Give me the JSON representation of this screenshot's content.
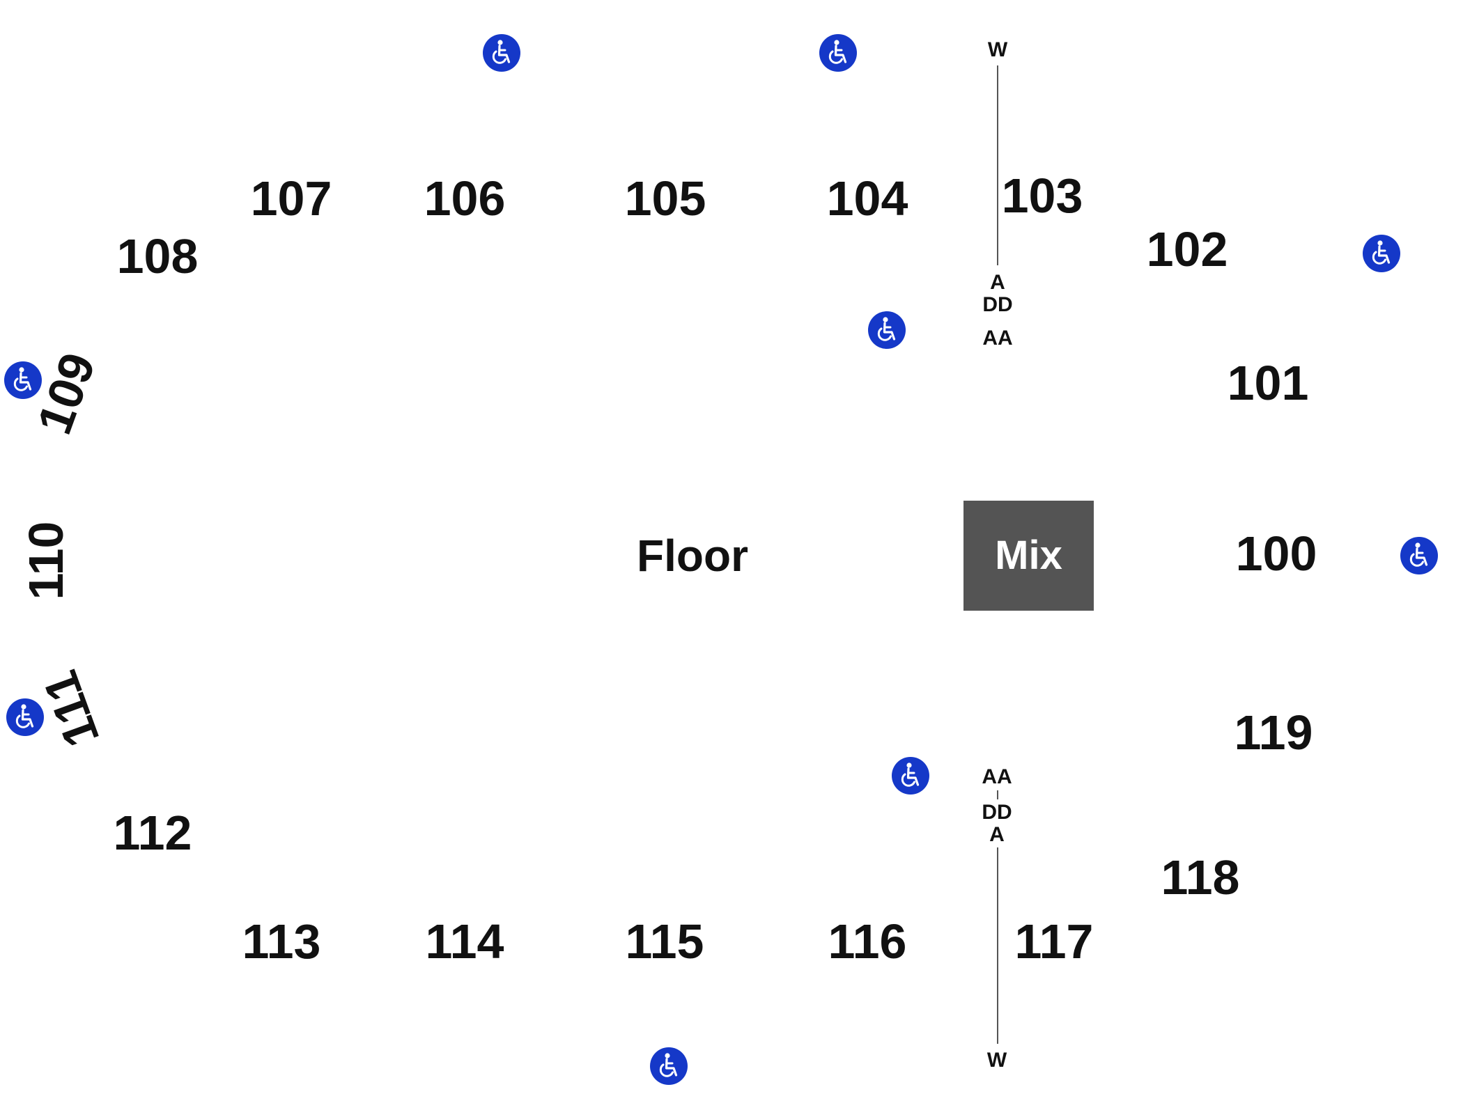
{
  "map": {
    "floor_label": "Floor",
    "mix_label": "Mix",
    "sections": {
      "s100": "100",
      "s101": "101",
      "s102": "102",
      "s103": "103",
      "s104": "104",
      "s105": "105",
      "s106": "106",
      "s107": "107",
      "s108": "108",
      "s109": "109",
      "s110": "110",
      "s111": "111",
      "s112": "112",
      "s113": "113",
      "s114": "114",
      "s115": "115",
      "s116": "116",
      "s117": "117",
      "s118": "118",
      "s119": "119"
    },
    "row_markers": {
      "top": {
        "w": "W",
        "a": "A",
        "dd": "DD",
        "aa": "AA"
      },
      "bottom": {
        "aa": "AA",
        "dd": "DD",
        "a": "A",
        "w": "W"
      }
    },
    "accessibility_icon": "wheelchair-icon",
    "colors": {
      "accessibility_blue": "#1538c8",
      "mix_gray": "#545454",
      "text": "#111111"
    }
  }
}
